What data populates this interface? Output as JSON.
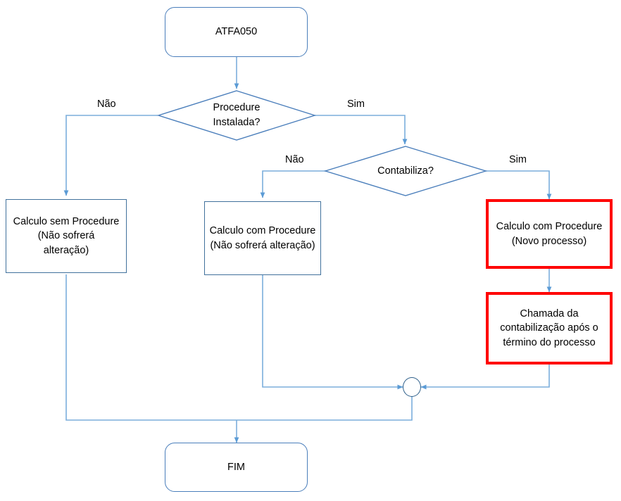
{
  "diagram": {
    "title": "ATFA050 flowchart",
    "colors": {
      "line": "#7BAEDC",
      "box_border": "#41719C",
      "terminal_border": "#4A7EBB",
      "highlight_border": "#FF0000",
      "diamond_border": "#4A7EBB",
      "text": "#000000",
      "background": "#FFFFFF"
    },
    "nodes": {
      "start": {
        "label": "ATFA050",
        "type": "terminal"
      },
      "decision_procedure": {
        "label": "Procedure\nInstalada?",
        "line1": "Procedure",
        "line2": "Instalada?",
        "type": "decision"
      },
      "decision_contabiliza": {
        "label": "Contabiliza?",
        "type": "decision"
      },
      "calc_sem_procedure": {
        "line1": "Calculo sem Procedure",
        "line2": "(Não sofrerá",
        "line3": "alteração)",
        "type": "process"
      },
      "calc_com_procedure_sem_alt": {
        "line1": "Calculo com Procedure",
        "line2": "(Não sofrerá alteração)",
        "type": "process"
      },
      "calc_com_procedure_novo": {
        "line1": "Calculo com Procedure",
        "line2": "(Novo processo)",
        "type": "process-highlighted"
      },
      "chamada_contabilizacao": {
        "line1": "Chamada da",
        "line2": "contabilização após o",
        "line3": "término do processo",
        "type": "process-highlighted"
      },
      "merge": {
        "label": "",
        "type": "connector"
      },
      "end": {
        "label": "FIM",
        "type": "terminal"
      }
    },
    "edge_labels": {
      "procedure_nao": "Não",
      "procedure_sim": "Sim",
      "contabiliza_nao": "Não",
      "contabiliza_sim": "Sim"
    }
  }
}
